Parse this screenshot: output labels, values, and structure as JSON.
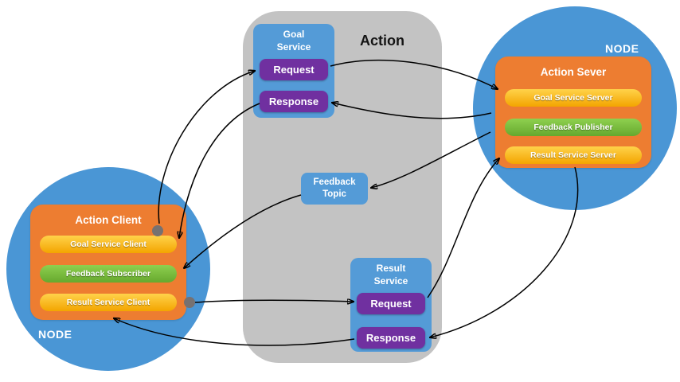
{
  "action": {
    "title": "Action"
  },
  "goal_service": {
    "title": "Goal Service",
    "request_label": "Request",
    "response_label": "Response"
  },
  "feedback_topic": {
    "title": "Feedback Topic"
  },
  "result_service": {
    "title": "Result Service",
    "request_label": "Request",
    "response_label": "Response"
  },
  "server_node": {
    "node_label": "NODE",
    "title": "Action Sever",
    "pills": [
      "Goal Service Server",
      "Feedback Publisher",
      "Result Service Server"
    ]
  },
  "client_node": {
    "node_label": "NODE",
    "title": "Action Client",
    "pills": [
      "Goal Service Client",
      "Feedback Subscriber",
      "Result Service Client"
    ]
  },
  "colors": {
    "node_circle": "#4a96d5",
    "service_box": "#549bd7",
    "purple_button": "#7030a0",
    "action_box_orange": "#ed7d31",
    "pill_yellow": "#ffc000",
    "pill_green": "#7dc142",
    "container_gray": "#c3c3c3",
    "arrow": "#000000",
    "connector_dot": "#767171"
  }
}
